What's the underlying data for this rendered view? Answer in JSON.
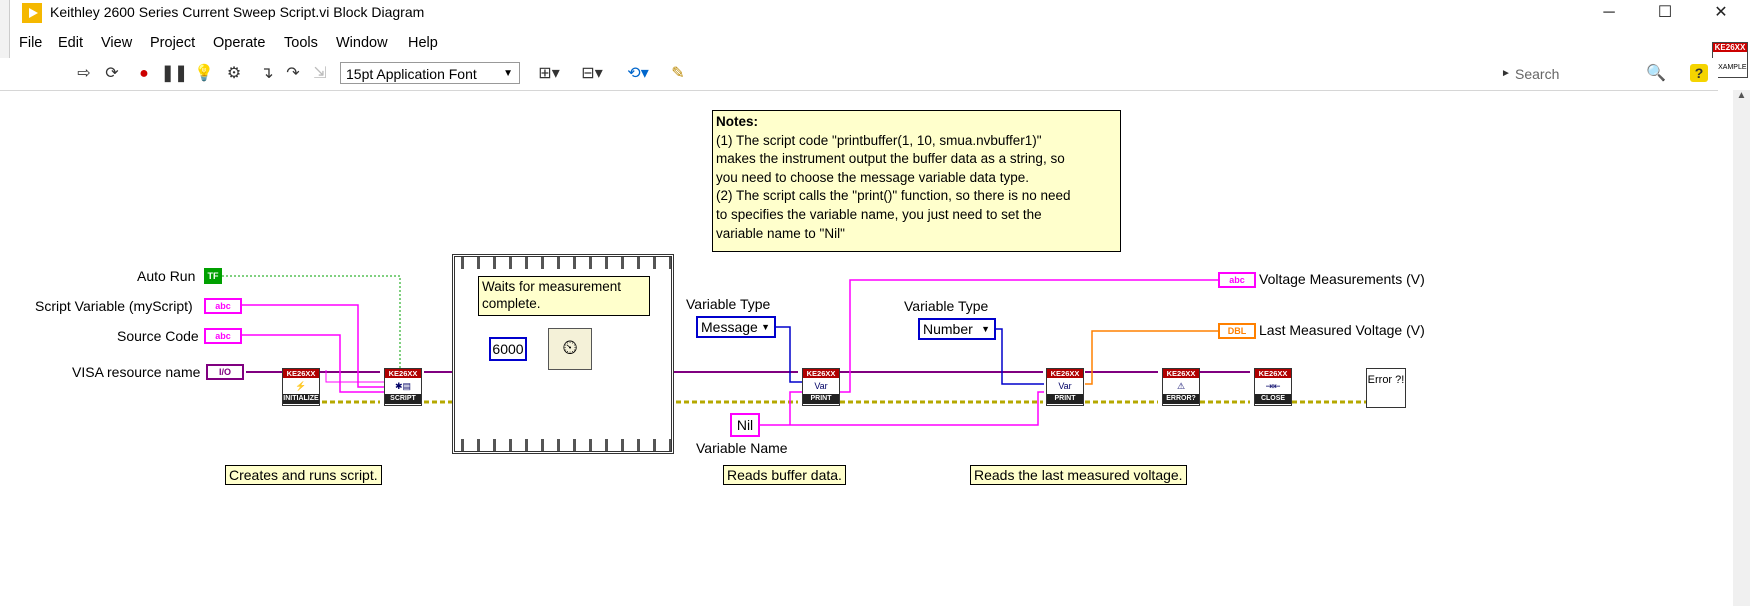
{
  "window": {
    "title": "Keithley 2600 Series Current Sweep Script.vi Block Diagram",
    "minimize": "─",
    "maximize": "☐",
    "close": "✕"
  },
  "menu": [
    "File",
    "Edit",
    "View",
    "Project",
    "Operate",
    "Tools",
    "Window",
    "Help"
  ],
  "toolbar": {
    "font_select": "15pt Application Font",
    "search_placeholder": "Search",
    "context_help": "?",
    "vi_icon_band": "KE26XX",
    "vi_icon_label": "EXAMPLE"
  },
  "notes": {
    "title": "Notes:",
    "lines": [
      "(1) The script code \"printbuffer(1, 10, smua.nvbuffer1)\"",
      "makes the instrument output the buffer data as a string, so",
      "you need to choose the message variable data type.",
      "(2) The script calls the \"print()\" function, so there is no need",
      "to specifies the variable name, you just need to set the",
      "variable name to \"Nil\""
    ]
  },
  "controls": {
    "auto_run": {
      "label": "Auto Run",
      "terminal": "TF"
    },
    "script_variable": {
      "label": "Script Variable (myScript)",
      "terminal": "abc"
    },
    "source_code": {
      "label": "Source Code",
      "terminal": "abc"
    },
    "visa_resource": {
      "label": "VISA resource name",
      "terminal": "I/O"
    }
  },
  "indicators": {
    "voltage_measurements": {
      "label": "Voltage Measurements (V)",
      "terminal": "abc"
    },
    "last_voltage": {
      "label": "Last Measured Voltage (V)",
      "terminal": "DBL"
    }
  },
  "sequence": {
    "comment": "Waits for measurement complete.",
    "constant": "6000"
  },
  "variable_type_1": {
    "label": "Variable Type",
    "value": "Message"
  },
  "variable_type_2": {
    "label": "Variable Type",
    "value": "Number"
  },
  "variable_name": {
    "label": "Variable Name",
    "value": "Nil"
  },
  "subvis": {
    "band": "KE26XX",
    "initialize": "INITIALIZE",
    "script": "SCRIPT",
    "print1": "PRINT",
    "print2": "PRINT",
    "error": "ERROR?",
    "close": "CLOSE"
  },
  "error_handler": "Error ?!",
  "comments": {
    "creates": "Creates and runs script.",
    "reads_buffer": "Reads buffer data.",
    "reads_last": "Reads the last measured voltage."
  },
  "colors": {
    "error_wire": "#b5a800",
    "visa_wire": "#800080",
    "string_wire": "#ff00ff",
    "enum_wire": "#0000cc",
    "dbl_wire": "#ff8000",
    "bool_wire": "#00a000"
  }
}
